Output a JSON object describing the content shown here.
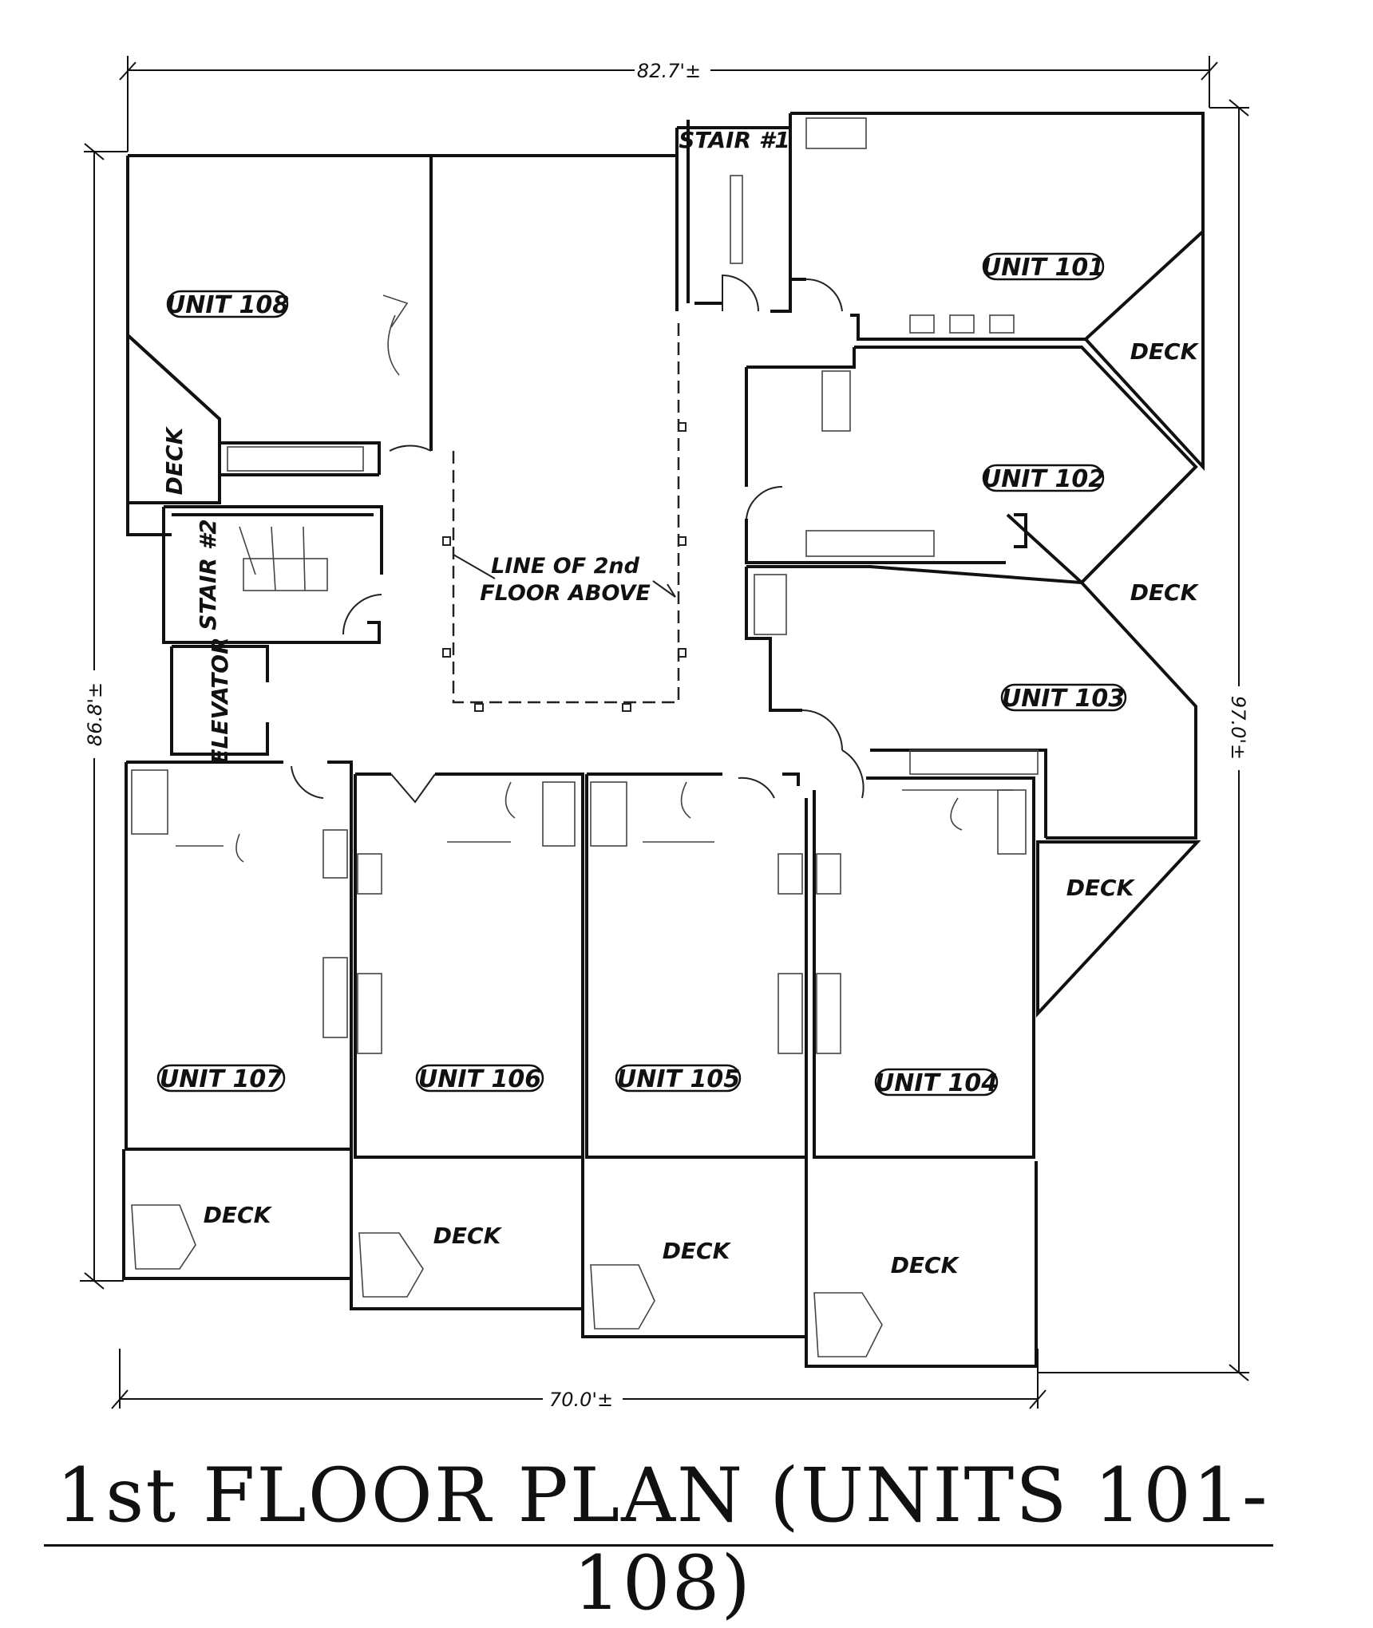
{
  "title": "1st FLOOR PLAN (UNITS 101-108)",
  "dimensions": {
    "top": "82.7'±",
    "bottom": "70.0'±",
    "left": "86.8'±",
    "right": "97.0'±"
  },
  "units": {
    "u101": "UNIT 101",
    "u102": "UNIT 102",
    "u103": "UNIT 103",
    "u104": "UNIT 104",
    "u105": "UNIT 105",
    "u106": "UNIT 106",
    "u107": "UNIT 107",
    "u108": "UNIT 108"
  },
  "rooms": {
    "stair1": "STAIR #1",
    "stair2": "STAIR #2",
    "elevator": "ELEVATOR",
    "deck": "DECK"
  },
  "notes": {
    "line1": "LINE OF 2nd",
    "line2": "FLOOR ABOVE"
  }
}
